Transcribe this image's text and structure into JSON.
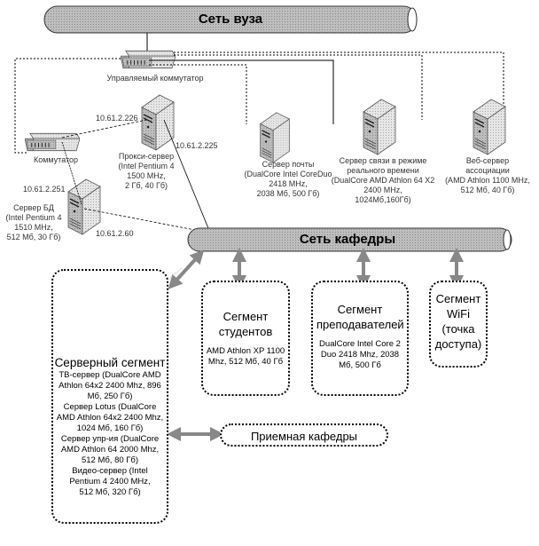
{
  "networks": {
    "university": "Сеть вуза",
    "department": "Сеть кафедры"
  },
  "devices": {
    "managed_switch": "Управляемый коммутатор",
    "switch": "Коммутатор",
    "proxy": {
      "lines": [
        "Прокси-сервер",
        "(Intel Pentium 4",
        "1500 MHz,",
        "2 Гб, 40 Гб)"
      ],
      "ip_in": "10.61.2.226",
      "ip_out": "10.61.2.225"
    },
    "db": {
      "lines": [
        "Сервер БД",
        "(Intel Pentium 4",
        "1510 MHz,",
        "512 Мб, 30 Гб)"
      ],
      "ip_in": "10.61.2.251",
      "ip_out": "10.61.2.60"
    },
    "mail": {
      "lines": [
        "Сервер почты",
        "(DualCore Intel CoreDuo",
        "2418 MHz,",
        "2038 Мб, 500 Гб)"
      ]
    },
    "realtime": {
      "lines": [
        "Сервер связи в режиме",
        "реального времени",
        "(DualCore AMD Athlon 64 X2",
        "2400 MHz,",
        "1024Мб,160Гб)"
      ]
    },
    "web": {
      "lines": [
        "Веб-сервер",
        "ассоциации",
        "(AMD Athlon 1100 MHz,",
        "512 Мб, 40 Гб)"
      ]
    }
  },
  "segments": {
    "students": {
      "title": [
        "Сегмент",
        "студентов"
      ],
      "spec": "AMD Athlon XP 1100 Mhz, 512 Мб, 40 Гб"
    },
    "teachers": {
      "title": [
        "Сегмент",
        "преподавателей"
      ],
      "spec": "DualCore Intel Core 2 Duo 2418 Mhz, 2038 Мб, 500 Гб"
    },
    "wifi": {
      "title": [
        "Сегмент",
        "WiFi",
        "(точка",
        "доступа)"
      ]
    },
    "server": {
      "title": "Серверный сегмент",
      "lines": [
        "ТВ-сервер (DualCore AMD",
        "Athlon 64x2 2400 Mhz, 896",
        "Мб, 250 Гб)",
        "Сервер Lotus (DualCore",
        "AMD Athlon 64x2 2400 Mhz,",
        "1024 Мб, 160 Гб)",
        "Сервер упр-ия (DualCore",
        "AMD Athlon 64 2000 Mhz,",
        "512 Мб, 80 Гб)",
        "Видео-сервер (Intel",
        "Pentium 4 2400 MHz,",
        "512 Мб, 320 Гб)"
      ]
    },
    "reception": "Приемная кафедры"
  }
}
